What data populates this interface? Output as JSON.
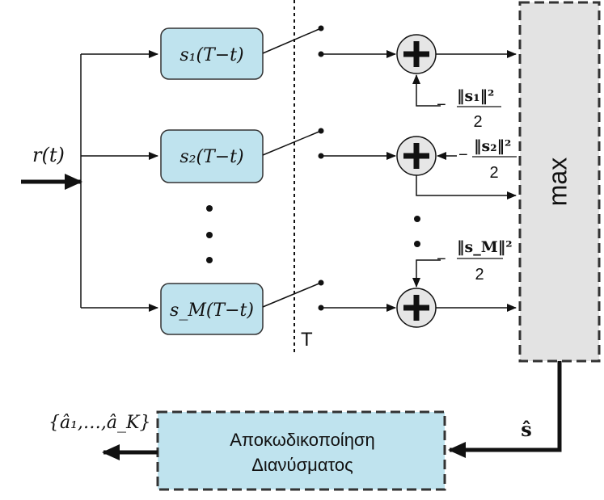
{
  "input_label": "r(t)",
  "filters": [
    {
      "label": "s₁(T−t)"
    },
    {
      "label": "s₂(T−t)"
    },
    {
      "label": "s_M(T−t)"
    }
  ],
  "sample_label": "T",
  "bias": [
    {
      "minus": "−",
      "norm": "‖s₁‖²",
      "denom": "2"
    },
    {
      "minus": "−",
      "norm": "‖s₂‖²",
      "denom": "2"
    },
    {
      "minus": "−",
      "norm": "‖s_M‖²",
      "denom": "2"
    }
  ],
  "max_label": "max",
  "s_hat_label": "ŝ",
  "decoder": {
    "line1": "Αποκωδικοποίηση",
    "line2": "Διανύσματος"
  },
  "output_label": "{â₁,…,â_K}",
  "colors": {
    "filter_fill": "#bfe3ee",
    "box_border": "#333333",
    "max_fill": "#e3e3e3",
    "adder_fill": "#e6e6e6"
  }
}
